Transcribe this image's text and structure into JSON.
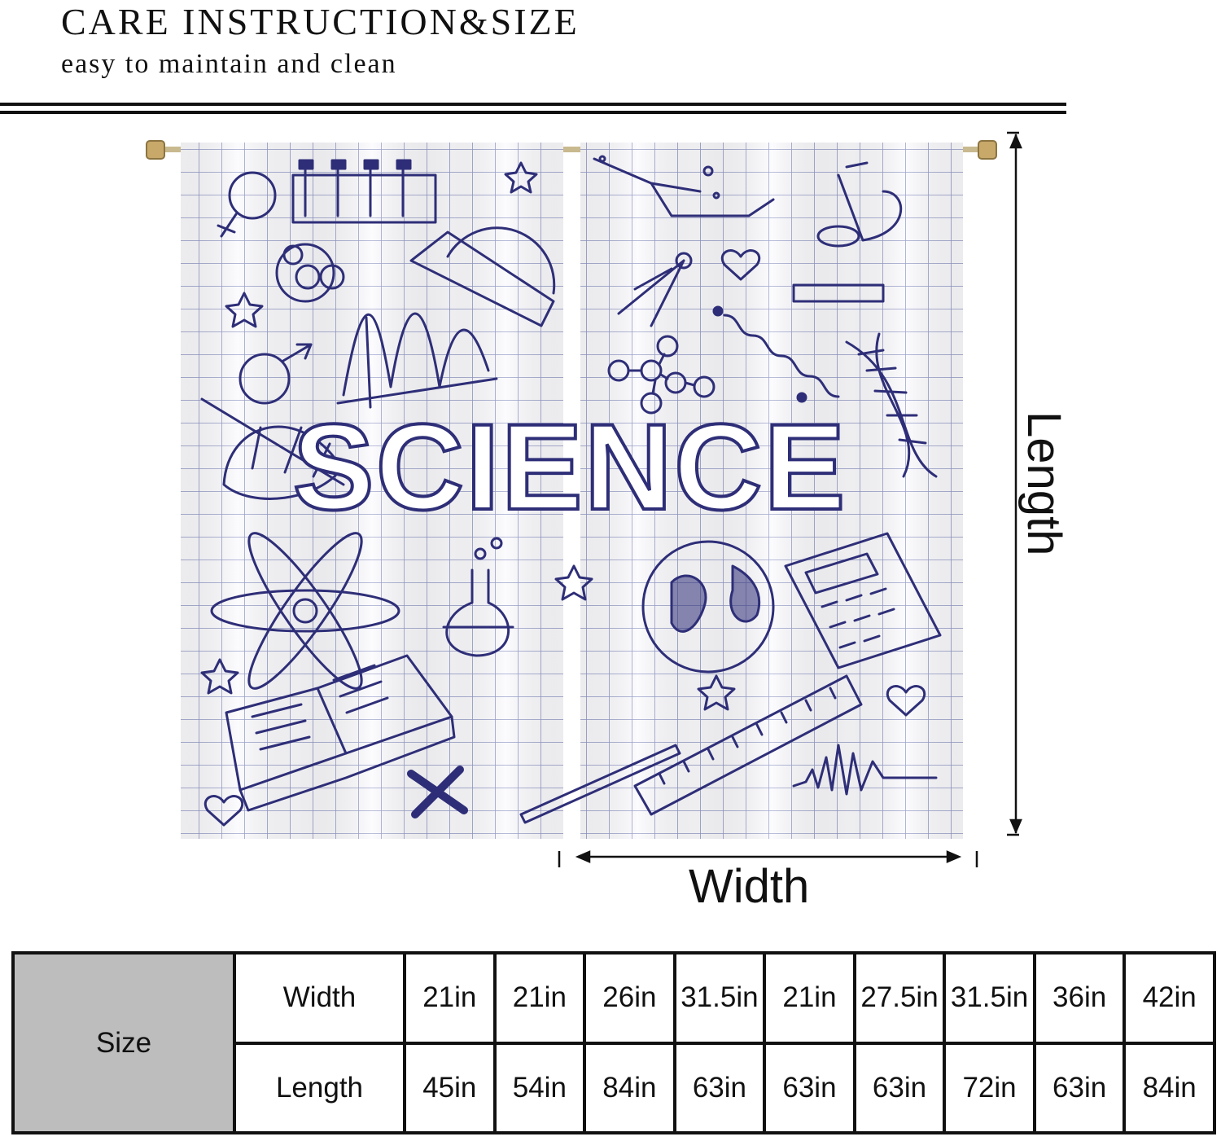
{
  "header": {
    "title": "CARE INSTRUCTION&SIZE",
    "subtitle": "easy to maintain and clean"
  },
  "product": {
    "print_text": "SCIENCE",
    "dimension_labels": {
      "width": "Width",
      "length": "Length"
    }
  },
  "size_table": {
    "header": "Size",
    "rows": [
      {
        "label": "Width",
        "values": [
          "21in",
          "21in",
          "26in",
          "31.5in",
          "21in",
          "27.5in",
          "31.5in",
          "36in",
          "42in"
        ]
      },
      {
        "label": "Length",
        "values": [
          "45in",
          "54in",
          "84in",
          "63in",
          "63in",
          "63in",
          "72in",
          "63in",
          "84in"
        ]
      }
    ]
  },
  "colors": {
    "ink": "#2e2e78",
    "grid": "#8f96c4",
    "table_header_bg": "#bdbdbd"
  }
}
